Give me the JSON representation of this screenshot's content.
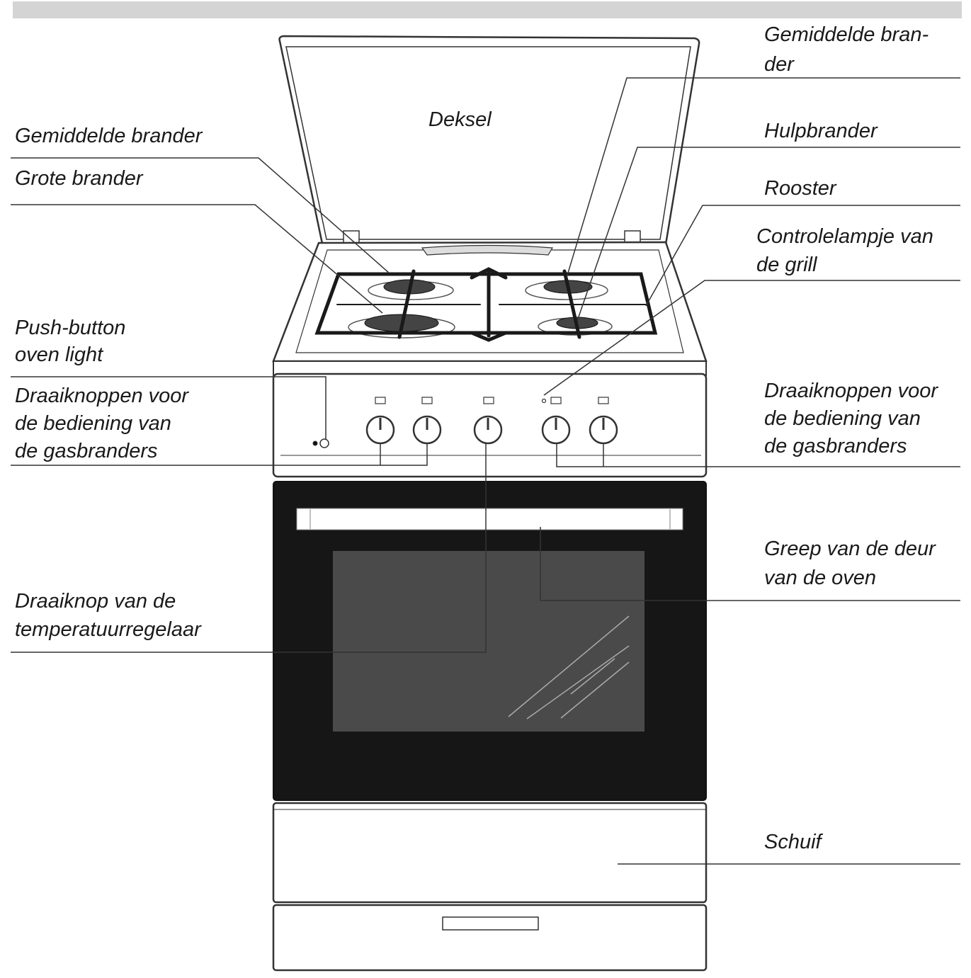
{
  "labels": {
    "lid": "Deksel",
    "medium_burner_left": "Gemiddelde brander",
    "large_burner": "Grote brander",
    "push_button": "Push-button\noven light",
    "knobs_left": "Draaiknoppen voor\nde bediening van\nde gasbranders",
    "thermostat_knob": "Draaiknop van de\ntemperatuurregelaar",
    "medium_burner_right": "Gemiddelde bran-\nder",
    "auxiliary_burner": "Hulpbrander",
    "grate": "Rooster",
    "grill_indicator": "Controlelampje van\nde grill",
    "knobs_right": "Draaiknoppen voor\nde bediening van\nde gasbranders",
    "door_handle": "Greep van de deur\nvan de oven",
    "drawer": "Schuif"
  },
  "colors": {
    "line": "#333333",
    "door": "#161616",
    "window": "#4a4a4a",
    "top_bar": "#d4d4d4"
  }
}
